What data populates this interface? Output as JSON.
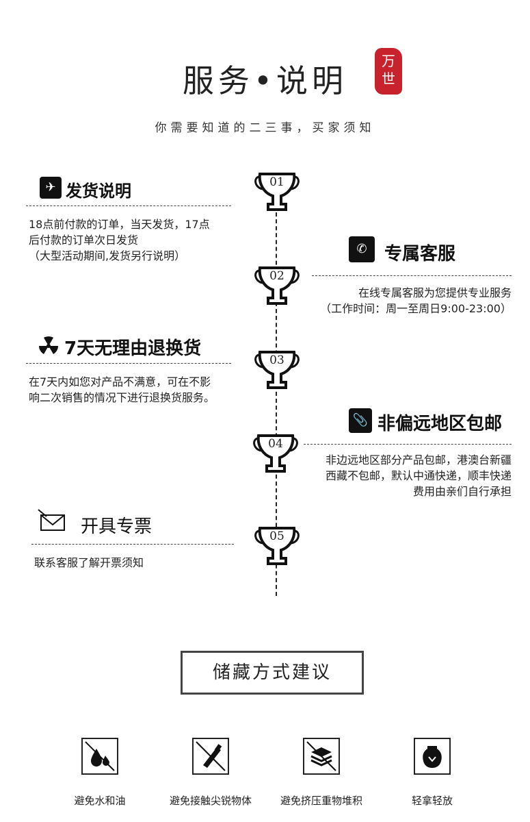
{
  "header": {
    "title": "服务•说明",
    "seal_top": "万",
    "seal_bottom": "世",
    "subtitle": "你需要知道的二三事，买家须知"
  },
  "timeline": [
    "01",
    "02",
    "03",
    "04",
    "05"
  ],
  "sections": {
    "shipping": {
      "title": "发货说明",
      "line1": "18点前付款的订单，当天发货，17点",
      "line2": "后付款的订单次日发货",
      "line3": "（大型活动期间,发货另行说明）"
    },
    "service": {
      "title": "专属客服",
      "line1": "在线专属客服为您提供专业服务",
      "line2": "（工作时间：周一至周日9:00-23:00）"
    },
    "returns": {
      "title": "7天无理由退换货",
      "line1": "在7天内如您对产品不满意，可在不影",
      "line2": "响二次销售的情况下进行退换货服务。"
    },
    "free_shipping": {
      "title": "非偏远地区包邮",
      "line1": "非边远地区部分产品包邮，港澳台新疆",
      "line2": "西藏不包邮，默认中通快递，顺丰快递",
      "line3": "费用由亲们自行承担"
    },
    "invoice": {
      "title": "开具专票",
      "line1": "联系客服了解开票须知"
    }
  },
  "storage": {
    "title": "储藏方式建议",
    "items": [
      {
        "label": "避免水和油",
        "icon": "no-water-oil-icon"
      },
      {
        "label": "避免接触尖锐物体",
        "icon": "no-sharp-objects-icon"
      },
      {
        "label": "避免挤压重物堆积",
        "icon": "no-stacking-icon"
      },
      {
        "label": "轻拿轻放",
        "icon": "fragile-vase-icon"
      }
    ]
  }
}
